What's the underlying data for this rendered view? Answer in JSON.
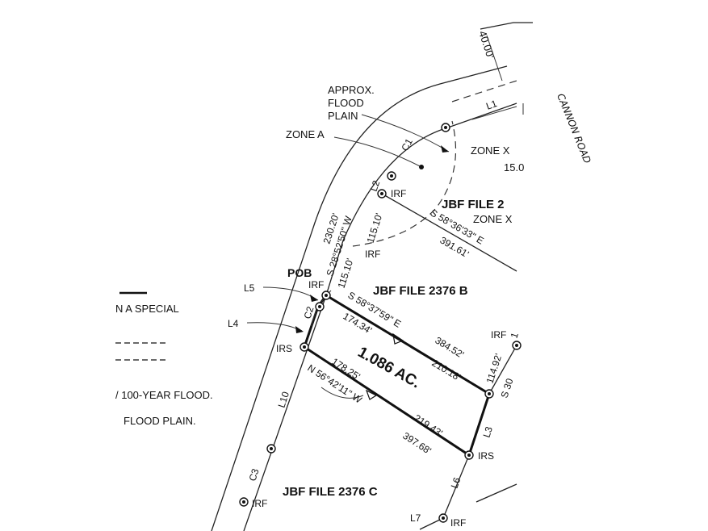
{
  "road": {
    "name": "CANNON ROAD",
    "width": "40.00'"
  },
  "flood": {
    "approx_label_1": "APPROX.",
    "approx_label_2": "FLOOD",
    "approx_label_3": "PLAIN",
    "zone_a": "ZONE A",
    "zone_x_1": "ZONE X",
    "zone_x_2": "ZONE X",
    "zone_x_value": "15.0"
  },
  "legend": {
    "special": "N A SPECIAL",
    "hundred_year": "/ 100-YEAR FLOOD.",
    "flood_plain": "FLOOD PLAIN."
  },
  "parcels": {
    "north": "JBF FILE 2",
    "middle": "JBF FILE 2376 B",
    "south": "JBF FILE 2376 C",
    "lot_area": "1.086 AC."
  },
  "points": {
    "pob": "POB",
    "irf": "IRF",
    "irs": "IRS"
  },
  "curves": {
    "c1": "C1",
    "c2": "C2",
    "c3": "C3"
  },
  "lines": {
    "l1": "L1",
    "l2": "L2",
    "l3": "L3",
    "l4": "L4",
    "l5": "L5",
    "l6": "L6",
    "l7": "L7",
    "l10": "L10"
  },
  "bearings": {
    "west_line_total": "230.20'",
    "west_line_bearing": "S 28°52'50\" W",
    "west_line_seg1": "115.10'",
    "west_line_seg2": "115.10'",
    "north_line_bearing": "S 58°36'33\" E",
    "north_line_dist": "391.61'",
    "top_line_bearing": "S 58°37'59\" E",
    "top_line_seg": "174.34'",
    "top_line_total": "384.52'",
    "top_line_seg2": "210.18'",
    "bottom_line_bearing": "N 56°42'11\" W",
    "bottom_line_seg": "178.25'",
    "bottom_line_seg2": "219.43'",
    "bottom_line_total": "397.68'",
    "east_line_dist": "114.92'",
    "east_line_bearing_partial": "S 30",
    "east_top_partial": "1"
  }
}
